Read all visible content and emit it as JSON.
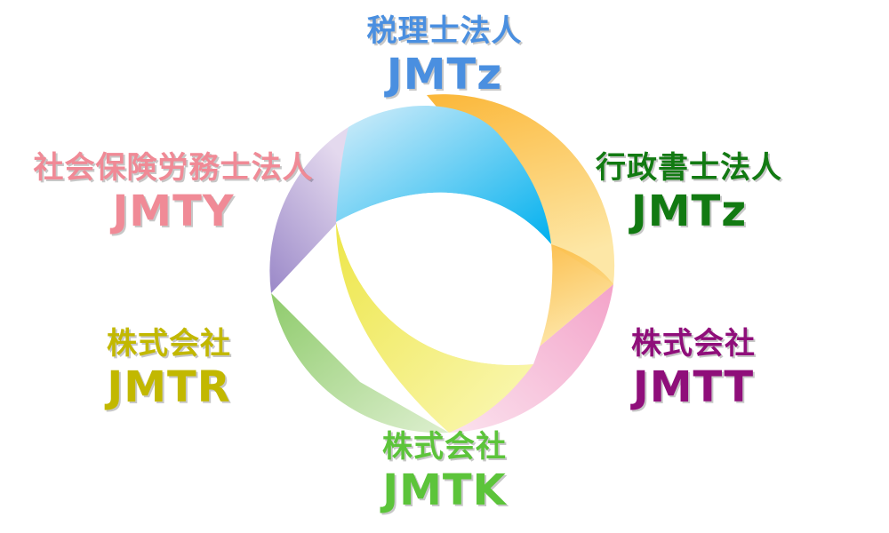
{
  "labels": {
    "top": {
      "kind": "税理士法人",
      "name": "JMTz",
      "color": "#4a8fe0"
    },
    "tr": {
      "kind": "行政書士法人",
      "name": "JMTz",
      "color": "#127a12"
    },
    "tl": {
      "kind": "社会保険労務士法人",
      "name": "JMTY",
      "color": "#f08a96"
    },
    "left": {
      "kind": "株式会社",
      "name": "JMTR",
      "color": "#c2b800"
    },
    "right": {
      "kind": "株式会社",
      "name": "JMTT",
      "color": "#8f0e7a"
    },
    "bottom": {
      "kind": "株式会社",
      "name": "JMTK",
      "color": "#5cc43a"
    }
  },
  "ring": {
    "segments": [
      {
        "name": "blue",
        "color_a": "#00b0ee",
        "color_b": "#d6eefa"
      },
      {
        "name": "orange",
        "color_a": "#fbb739",
        "color_b": "#fde7a6"
      },
      {
        "name": "pink",
        "color_a": "#f3a3c9",
        "color_b": "#fbe2ee"
      },
      {
        "name": "yellow",
        "color_a": "#ede64a",
        "color_b": "#fbf8b8"
      },
      {
        "name": "green",
        "color_a": "#8fcb6c",
        "color_b": "#ddefcf"
      },
      {
        "name": "purple",
        "color_a": "#9a88c8",
        "color_b": "#e4d9ee"
      }
    ]
  }
}
